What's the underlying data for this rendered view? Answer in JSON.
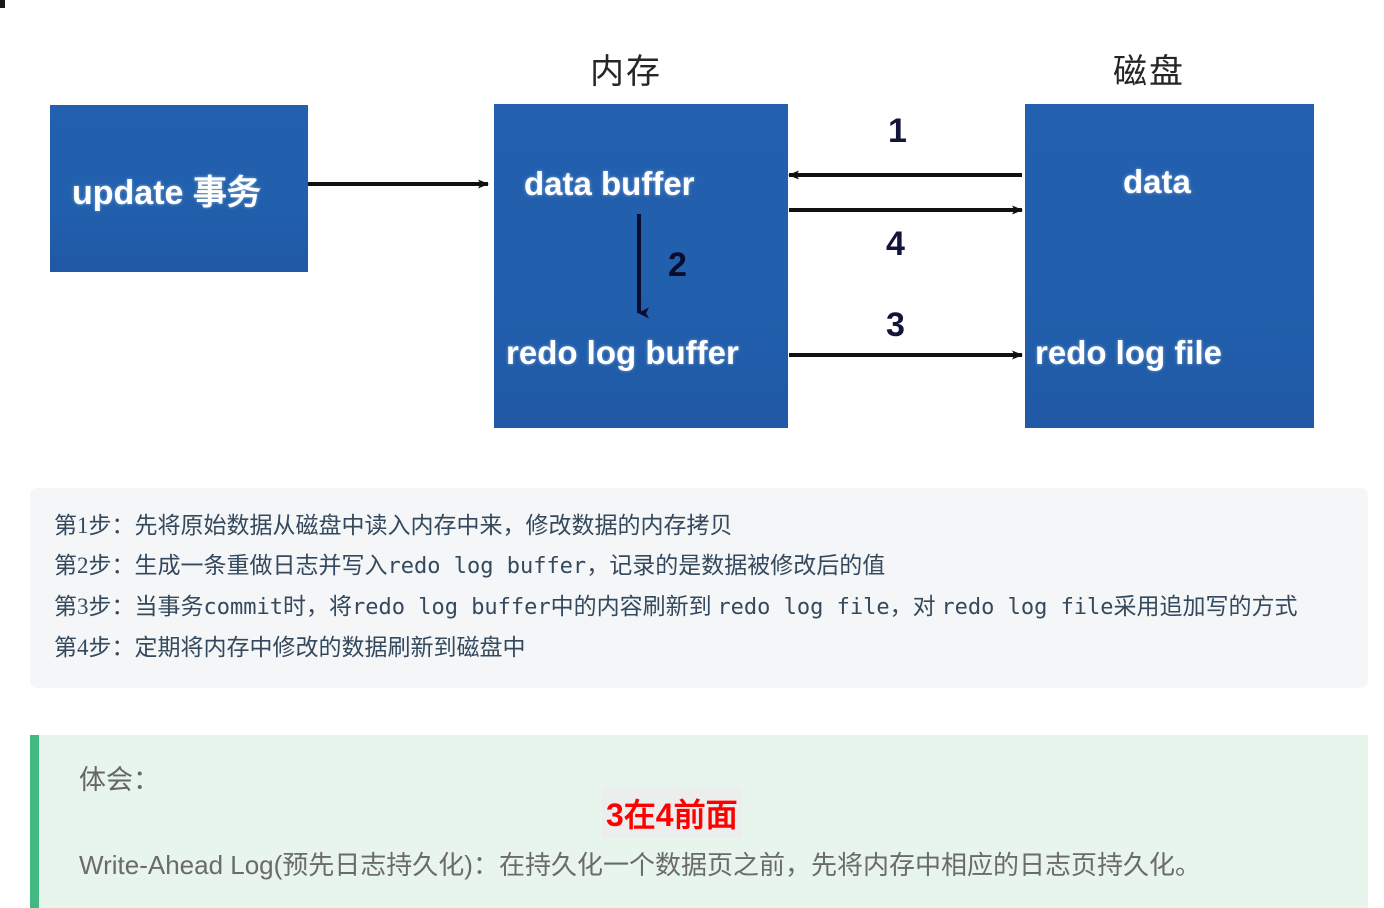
{
  "diagram": {
    "labels": {
      "memory": "内存",
      "disk": "磁盘"
    },
    "boxes": {
      "update": "update 事务",
      "data_buffer": "data buffer",
      "redo_log_buffer": "redo log buffer",
      "data": "data",
      "redo_log_file": "redo log file"
    },
    "arrow_numbers": {
      "one": "1",
      "two": "2",
      "three": "3",
      "four": "4"
    },
    "colors": {
      "box_fill": "#2160ad",
      "box_text": "#ffffff",
      "arrow": "#111111",
      "number": "#14133a"
    }
  },
  "steps": {
    "background": "#f5f6f7",
    "text_color": "#34495e",
    "lines": [
      "第1步：先将原始数据从磁盘中读入内存中来，修改数据的内存拷贝",
      "第2步：生成一条重做日志并写入redo log buffer，记录的是数据被修改后的值",
      "第3步：当事务commit时，将redo log buffer中的内容刷新到 redo log file，对 redo log file采用追加写的方式",
      "第4步：定期将内存中修改的数据刷新到磁盘中"
    ]
  },
  "note": {
    "background": "#e7f5ec",
    "accent": "#42b983",
    "title": "体会：",
    "highlight": "3在4前面",
    "highlight_color": "#ff0000",
    "body": "Write-Ahead Log(预先日志持久化)：在持久化一个数据页之前，先将内存中相应的日志页持久化。"
  }
}
